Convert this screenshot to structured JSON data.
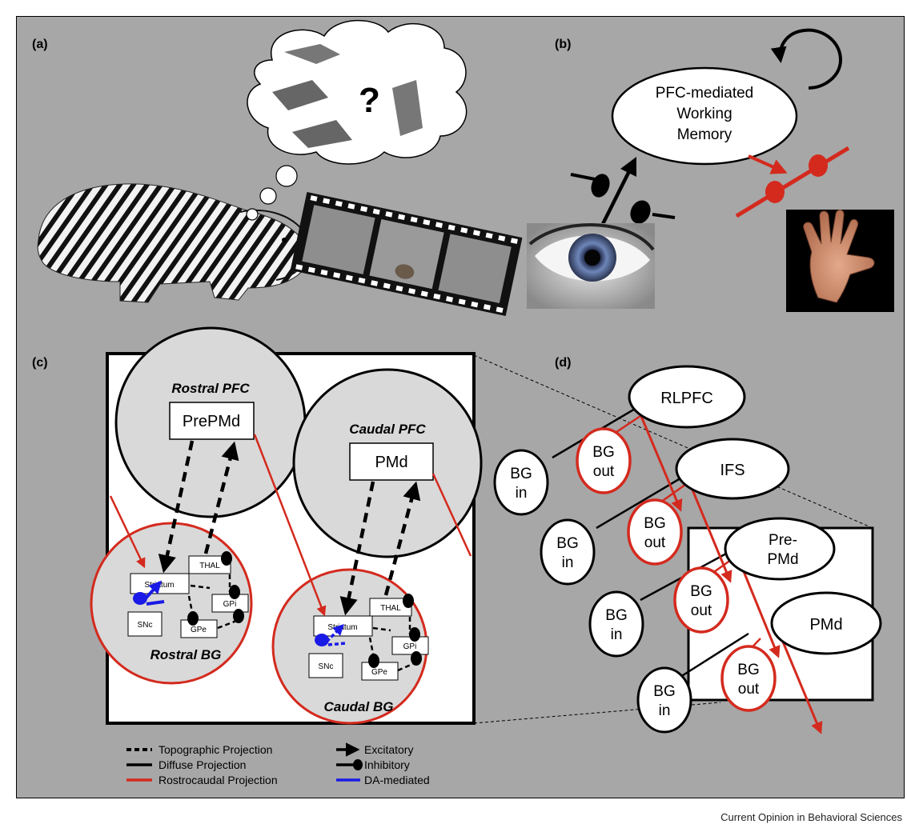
{
  "panels": {
    "a": "(a)",
    "b": "(b)",
    "c": "(c)",
    "d": "(d)"
  },
  "panel_b": {
    "wm_line1": "PFC-mediated",
    "wm_line2": "Working",
    "wm_line3": "Memory",
    "thought_mark": "?"
  },
  "panel_c": {
    "rostral_pfc": "Rostral PFC",
    "caudal_pfc": "Caudal PFC",
    "prepmd": "PrePMd",
    "pmd": "PMd",
    "rostral_bg": "Rostral BG",
    "caudal_bg": "Caudal BG",
    "striatum": "Striatum",
    "thal": "THAL",
    "gpi": "GPi",
    "gpe": "GPe",
    "snc": "SNc"
  },
  "panel_d": {
    "nodes": [
      "RLPFC",
      "IFS",
      "Pre-",
      "PMd",
      "PMd"
    ],
    "bg_in_1": "BG",
    "bg_in_2": "in",
    "bg_out_1": "BG",
    "bg_out_2": "out"
  },
  "legend": {
    "topographic": "Topographic Projection",
    "diffuse": "Diffuse Projection",
    "rostrocaudal": "Rostrocaudal Projection",
    "excitatory": "Excitatory",
    "inhibitory": "Inhibitory",
    "da": "DA-mediated"
  },
  "colors": {
    "red": "#d42a1e",
    "blue": "#1a1ae6",
    "gray_fill": "#d9d9d9",
    "background": "#a7a7a7"
  },
  "credit": "Current Opinion in Behavioral Sciences"
}
